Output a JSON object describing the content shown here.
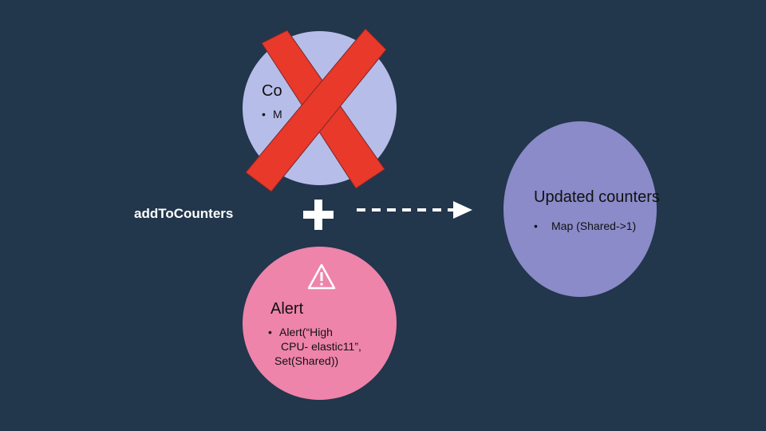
{
  "function_label": "addToCounters",
  "old_counters": {
    "title": "Counters",
    "bullet": "Map",
    "visible_title": "Co",
    "visible_bullet": "M"
  },
  "alert": {
    "title": "Alert",
    "bullet_lines": [
      "Alert(“High",
      "CPU- elastic11”,",
      "Set(Shared))"
    ],
    "icon": "warning-icon"
  },
  "new_counters": {
    "title": "Updated counters",
    "bullet": "Map (Shared->1)"
  },
  "bullet_symbol": "•",
  "colors": {
    "background": "#22364c",
    "old_counters_fill": "#b7bde9",
    "new_counters_fill": "#8a8bc8",
    "alert_fill": "#ee84aa",
    "cross": "#e8392b"
  }
}
